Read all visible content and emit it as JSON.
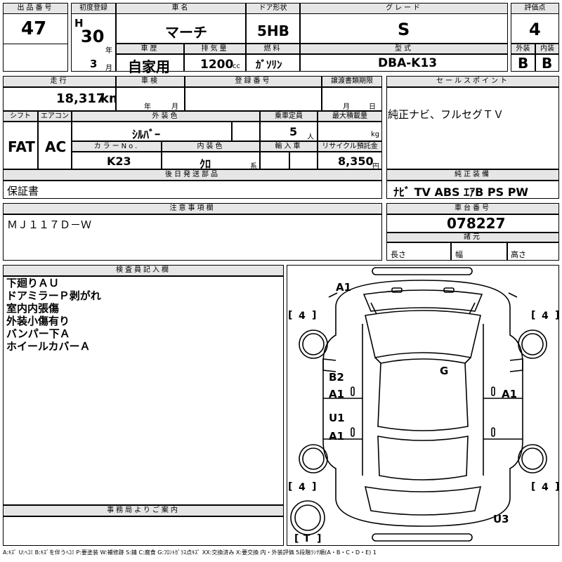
{
  "header": {
    "lot_label": "出品番号",
    "lot": "47",
    "first_reg_label": "初度登録",
    "era": "H",
    "year": "30",
    "year_unit": "年",
    "month": "3",
    "month_unit": "月",
    "name_label": "車名",
    "name": "マーチ",
    "history_label": "車歴",
    "history": "自家用",
    "disp_label": "排気量",
    "disp": "1200",
    "disp_unit": "cc",
    "door_label": "ドア形状",
    "door": "5HB",
    "fuel_label": "燃料",
    "fuel": "ｶﾞｿﾘﾝ",
    "grade_label": "グレード",
    "grade": "S",
    "model_label": "型式",
    "model": "DBA-K13",
    "score_label": "評価点",
    "score": "4",
    "ext_label": "外装",
    "ext": "B",
    "int_label": "内装",
    "int": "B"
  },
  "row2": {
    "mileage_label": "走行",
    "mileage": "18,317",
    "mileage_unit": "km",
    "inspect_label": "車検",
    "year_unit": "年",
    "month_unit": "月",
    "regno_label": "登録番号",
    "transfer_label": "譲渡書類期限",
    "month_unit2": "月",
    "day_unit": "日",
    "shift_label": "シフト",
    "shift": "FAT",
    "ac_label": "エアコン",
    "ac": "AC",
    "color_label": "外装色",
    "color": "ｼﾙﾊﾞｰ",
    "seats_label": "乗車定員",
    "seats": "5",
    "seats_unit": "人",
    "load_label": "最大積載量",
    "load_unit": "kg",
    "colorno_label": "カラーNo.",
    "colorno": "K23",
    "intcolor_label": "内装色",
    "intcolor": "ｸﾛ",
    "intcolor_unit": "系",
    "import_label": "輸入車",
    "recycle_label": "リサイクル預託金",
    "recycle": "8,350",
    "recycle_unit": "円",
    "later_label": "後日発送部品",
    "later": "保証書"
  },
  "sales": {
    "label": "セールスポイント",
    "text": "純正ナビ、フルセグＴＶ",
    "equip_label": "純正装備",
    "equip": "ﾅﾋﾞ TV ABS ｴｱB PS PW"
  },
  "caution": {
    "label": "注意事項欄",
    "text": "ＭＪ１１７Ｄ－Ｗ"
  },
  "chassis": {
    "label": "車台番号",
    "number": "078227",
    "dims_label": "諸元",
    "length_label": "長さ",
    "width_label": "幅",
    "height_label": "高さ"
  },
  "inspector": {
    "label": "検査員記入欄",
    "notes": [
      "下廻りＡＵ",
      "ドアミラーＰ剥がれ",
      "室内内張傷",
      "外装小傷有り",
      "バンパー下Ａ",
      "ホイールカバーＡ"
    ]
  },
  "office": {
    "label": "事務局よりご案内"
  },
  "diagram": {
    "marks": {
      "front": "A1",
      "roof": "G",
      "door_fl1": "B2",
      "door_fl2": "A1",
      "door_rl1": "U1",
      "door_rl2": "A1",
      "door_right": "A1",
      "rear": "U3"
    },
    "tire_fl": "4",
    "tire_fr": "4",
    "tire_rl": "4",
    "tire_rr": "4",
    "spare": "T"
  },
  "legend": "A:ｷｽﾞ U:ﾍｺﾐ B:ｷｽﾞを伴うﾍｺﾐ P:要塗装 W:補修跡 S:錆 C:腐食 G:ﾌﾛﾝﾄｶﾞﾗｽ点ｷｽﾞ XX:交換済み X:要交換 内・外装評価 5段階ﾗﾝｸ順(A・B・C・D・E) 1"
}
